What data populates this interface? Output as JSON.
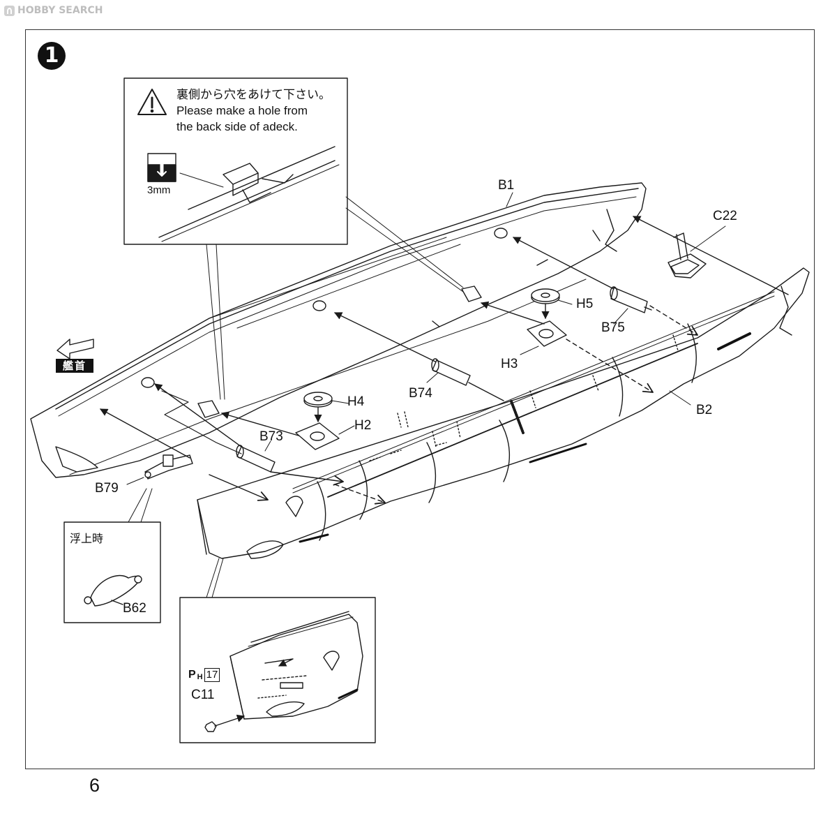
{
  "watermark": {
    "text": "HOBBY SEARCH"
  },
  "step_number": "1",
  "warning": {
    "jp": "裏側から穴をあけて下さい。",
    "en_line1": "Please make a hole from",
    "en_line2": "the back side of adeck."
  },
  "drill_label": "3mm",
  "bow_label": "艦首",
  "surfaced_label": "浮上時",
  "paint_ref": {
    "prefix": "P",
    "sub": "H",
    "num": "17"
  },
  "parts": {
    "b1": "B1",
    "b2": "B2",
    "b62": "B62",
    "b73": "B73",
    "b74": "B74",
    "b75": "B75",
    "b79": "B79",
    "c11": "C11",
    "c22": "C22",
    "h2": "H2",
    "h3": "H3",
    "h4": "H4",
    "h5": "H5"
  },
  "page_number": "6",
  "colors": {
    "line": "#1a1a1a",
    "fill": "#ffffff",
    "dark": "#111111"
  }
}
